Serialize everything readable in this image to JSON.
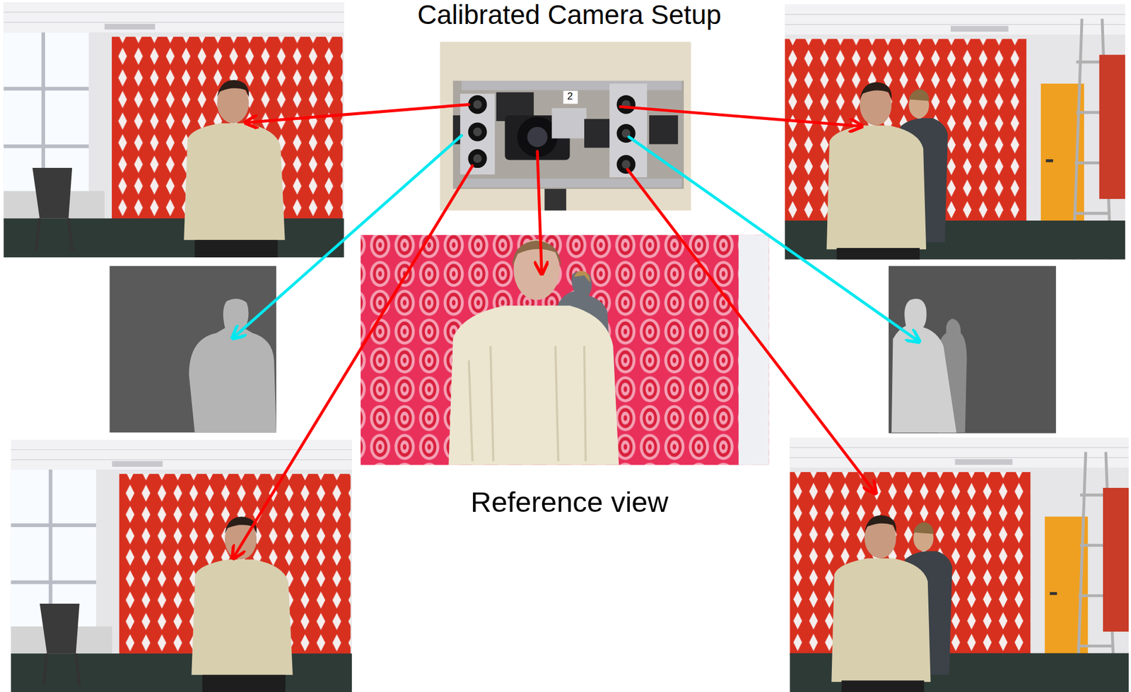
{
  "diagram": {
    "title": "Calibrated Camera Setup",
    "labels": [
      "2",
      "Reference view"
    ]
  }
}
